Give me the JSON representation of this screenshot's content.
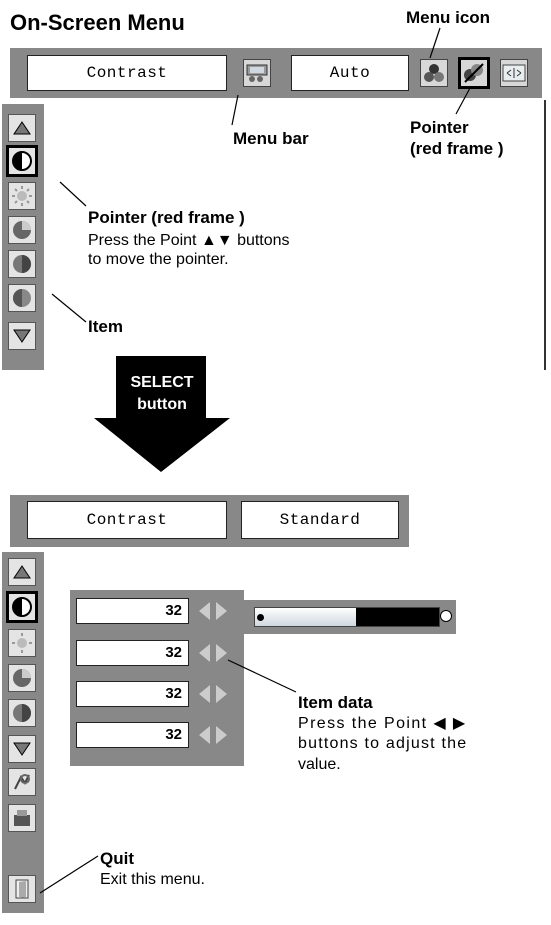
{
  "title": "On-Screen Menu",
  "top": {
    "menu_icon_label": "Menu icon",
    "item_field": "Contrast",
    "value_field": "Auto",
    "menu_bar_label": "Menu bar",
    "pointer_label_line1": "Pointer",
    "pointer_label_line2": "(red frame )",
    "side_pointer_label": "Pointer (red frame )",
    "side_pointer_desc_line1": "Press the Point ▲▼ buttons",
    "side_pointer_desc_line2": "to move the pointer.",
    "item_label": "Item"
  },
  "select_arrow": {
    "line1": "SELECT",
    "line2": "button"
  },
  "bottom": {
    "item_field": "Contrast",
    "value_field": "Standard",
    "values": [
      "32",
      "32",
      "32",
      "32"
    ],
    "slider_level": 0.55,
    "item_data_label": "Item data",
    "item_data_desc_line1": "Press the Point ◀ ▶",
    "item_data_desc_line2": "buttons to adjust the",
    "item_data_desc_line3": "value.",
    "quit_label": "Quit",
    "quit_desc": "Exit this menu."
  }
}
